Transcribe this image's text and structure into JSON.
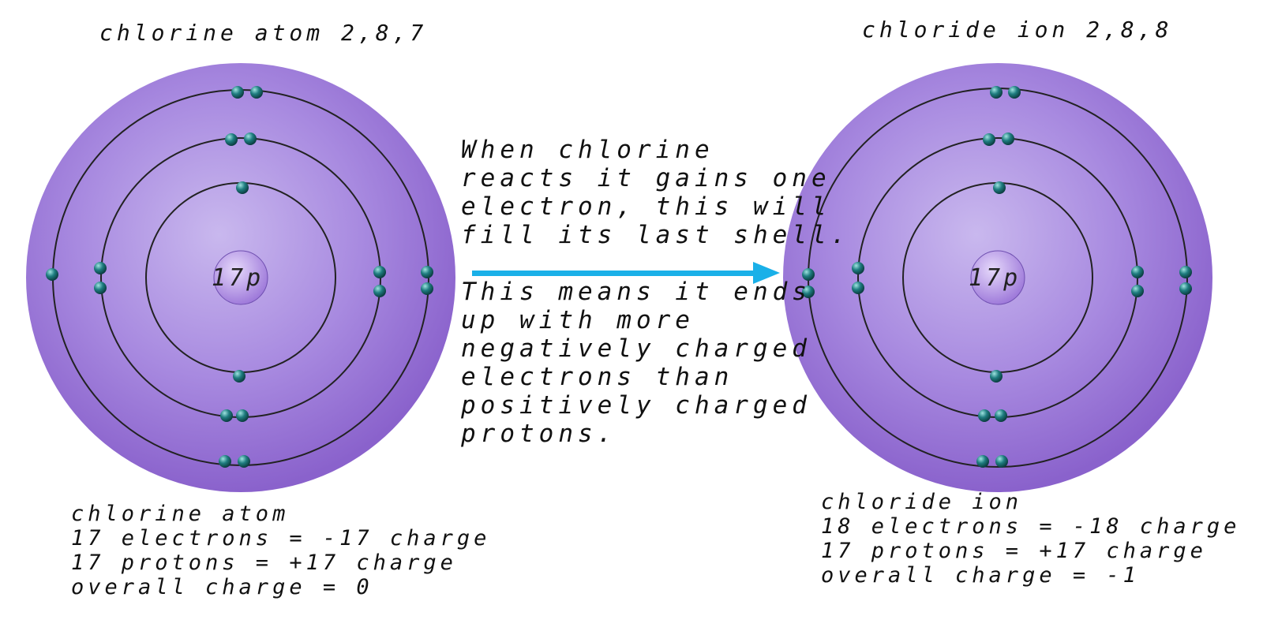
{
  "left_title": "chlorine atom 2,8,7",
  "right_title": "chloride ion 2,8,8",
  "left_nucleus": "17p",
  "right_nucleus": "17p",
  "middle_text": {
    "line1": "When chlorine",
    "line2": "reacts it gains one",
    "line3": "electron, this will",
    "line4": "fill its last shell.",
    "line5": "This means it ends",
    "line6": "up with more",
    "line7": "negatively charged",
    "line8": "electrons than",
    "line9": "positively charged",
    "line10": "protons."
  },
  "left_summary": {
    "line1": "chlorine atom",
    "line2": "17 electrons = -17 charge",
    "line3": "17 protons = +17 charge",
    "line4": "overall charge = 0"
  },
  "right_summary": {
    "line1": "chloride ion",
    "line2": "18 electrons = -18 charge",
    "line3": "17 protons = +17 charge",
    "line4": "overall charge = -1"
  },
  "colors": {
    "disc": "#9b7bd6",
    "electron": "#1f6f73",
    "arrow": "#1ab0e8",
    "shell": "#222222"
  }
}
